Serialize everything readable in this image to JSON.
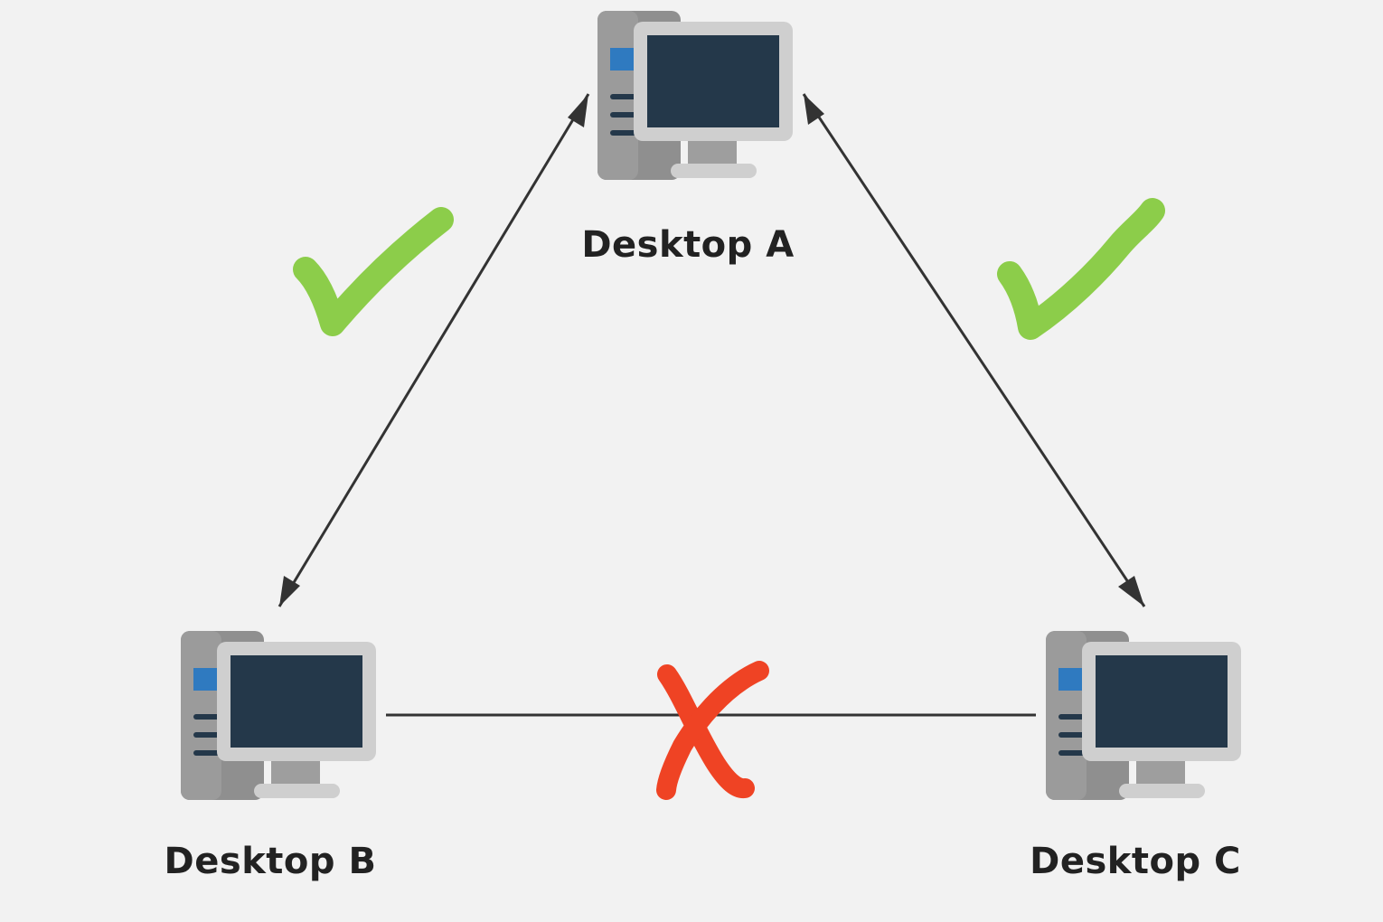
{
  "diagram": {
    "nodes": [
      {
        "id": "a",
        "label": "Desktop A"
      },
      {
        "id": "b",
        "label": "Desktop B"
      },
      {
        "id": "c",
        "label": "Desktop C"
      }
    ],
    "edges": [
      {
        "from": "a",
        "to": "b",
        "status": "allowed",
        "mark": "check"
      },
      {
        "from": "a",
        "to": "c",
        "status": "allowed",
        "mark": "check"
      },
      {
        "from": "b",
        "to": "c",
        "status": "blocked",
        "mark": "cross"
      }
    ],
    "colors": {
      "background": "#f2f2f2",
      "check": "#8ccd4a",
      "cross": "#ef4324",
      "line": "#333333",
      "screen": "#24384a",
      "tower_led": "#2f7ac0"
    }
  }
}
